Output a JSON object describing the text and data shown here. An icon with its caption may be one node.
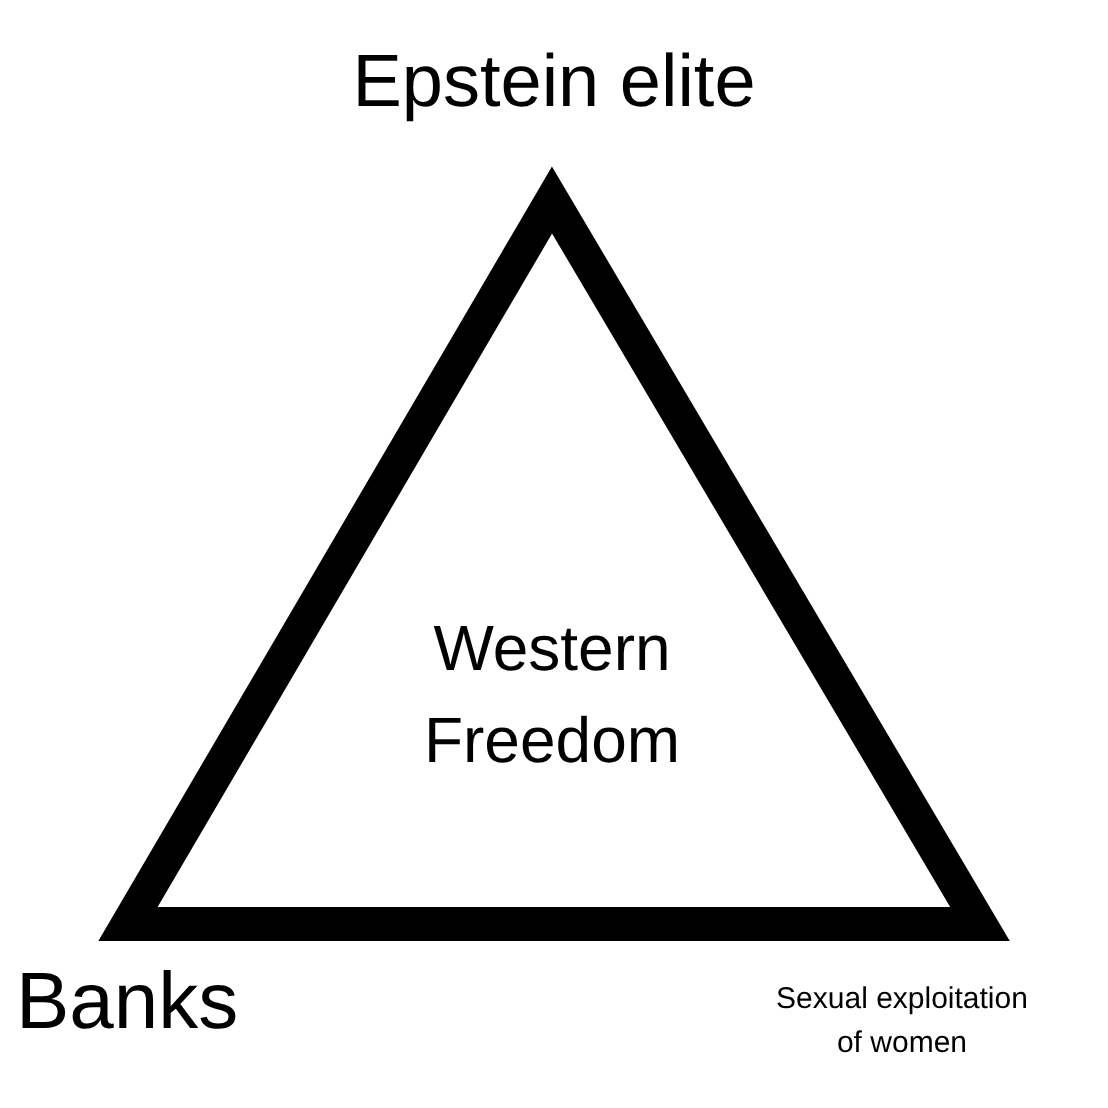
{
  "diagram": {
    "nodes": [
      {
        "text": [
          "Western Freedom"
        ]
      }
    ],
    "labels": [
      "Epstein elite",
      "Banks",
      "Sexual exploitation of women"
    ]
  }
}
